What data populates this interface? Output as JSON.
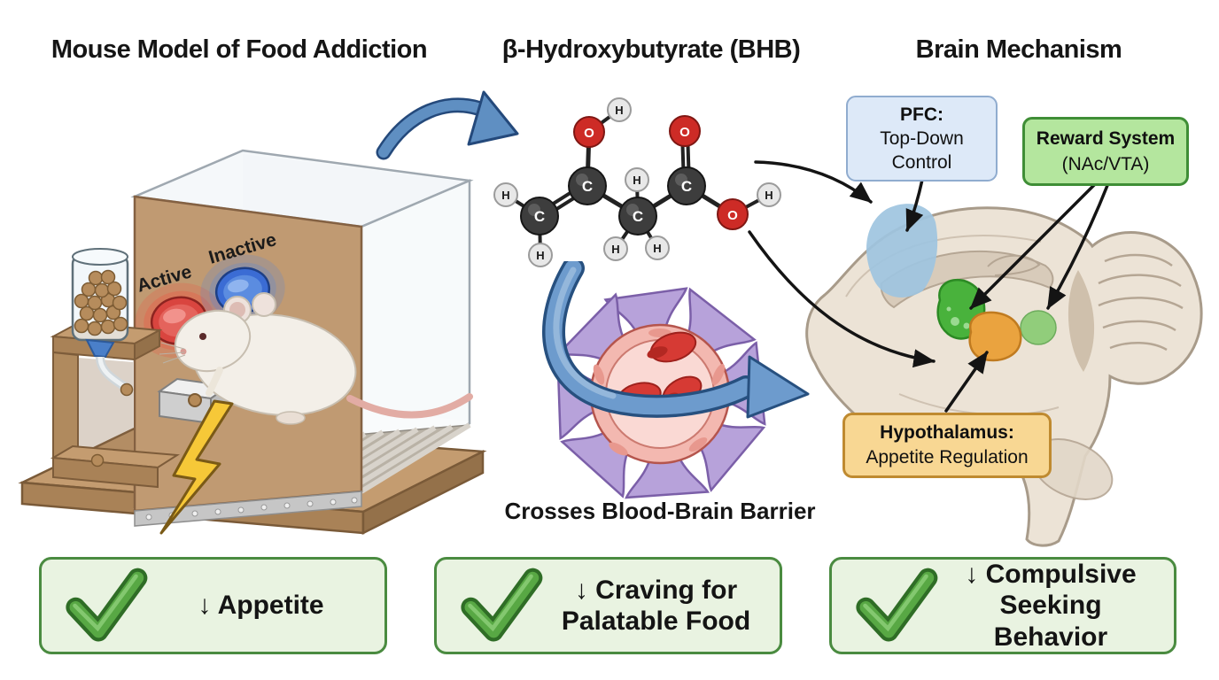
{
  "left": {
    "title": "Mouse Model of Food Addiction",
    "chamber": {
      "active_label": "Active",
      "inactive_label": "Inactive"
    }
  },
  "middle": {
    "title": "β-Hydroxybutyrate (BHB)",
    "caption": "Crosses Blood-Brain Barrier",
    "molecule": {
      "carbon": "C",
      "oxygen": "O",
      "hydrogen": "H"
    }
  },
  "right": {
    "title": "Brain Mechanism",
    "pfc_box": {
      "heading": "PFC:",
      "line2": "Top-Down",
      "line3": "Control"
    },
    "reward_box": {
      "heading": "Reward System",
      "line2": "(NAc/VTA)"
    },
    "hypothalamus_box": {
      "heading": "Hypothalamus:",
      "line2": "Appetite Regulation"
    }
  },
  "outcomes": [
    {
      "down_arrow": "↓",
      "line1": "Appetite",
      "line2": ""
    },
    {
      "down_arrow": "↓",
      "line1": "Craving for",
      "line2": "Palatable Food"
    },
    {
      "down_arrow": "↓",
      "line1": "Compulsive",
      "line2": "Seeking Behavior"
    }
  ],
  "colors": {
    "outcome_fill": "#e9f3e1",
    "outcome_border": "#4a8b40",
    "check_dark": "#2f6d26",
    "check_main": "#58a844",
    "pfc_fill": "#dde9f8",
    "pfc_border": "#90accf",
    "reward_fill": "#b4e69e",
    "reward_border": "#3f8e36",
    "hypo_fill": "#f8d793",
    "hypo_border": "#bf8a30",
    "active_red": "#d9453f",
    "inactive_blue": "#3b6cd4",
    "arrow_blue": "#5f8fc2",
    "brain_fill": "#ece3d6"
  }
}
